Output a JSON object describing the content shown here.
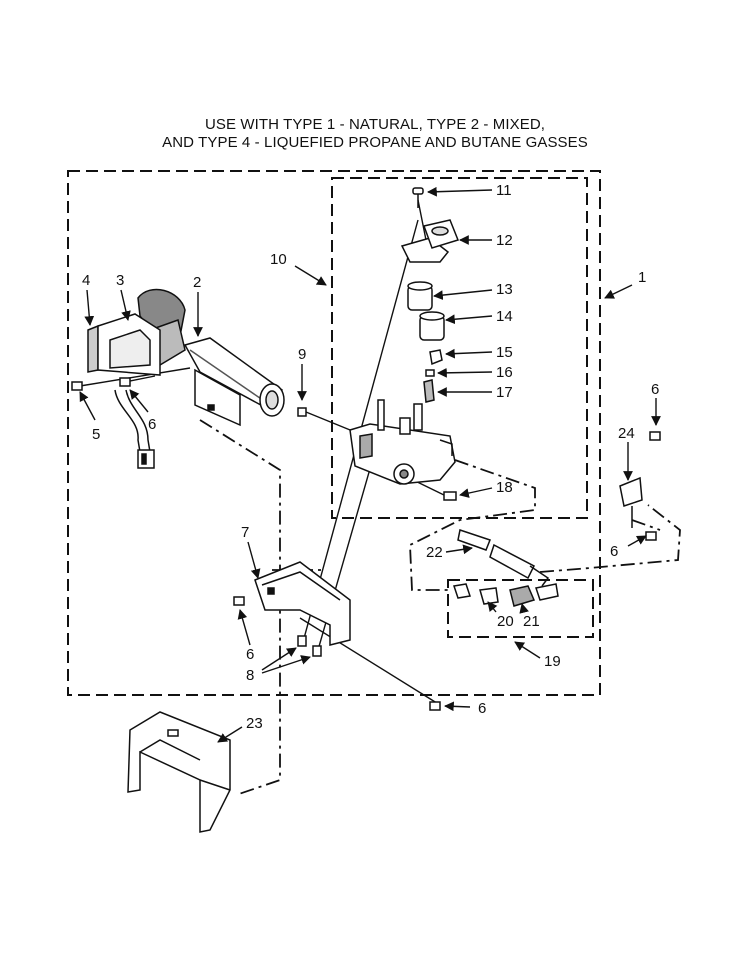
{
  "title": {
    "line1": "USE WITH TYPE 1 - NATURAL, TYPE 2 - MIXED,",
    "line2": "AND TYPE 4 - LIQUEFIED PROPANE AND BUTANE GASSES"
  },
  "callouts": {
    "c1": "1",
    "c2": "2",
    "c3": "3",
    "c4": "4",
    "c5": "5",
    "c6a": "6",
    "c6b": "6",
    "c6c": "6",
    "c6d": "6",
    "c6e": "6",
    "c7": "7",
    "c8": "8",
    "c9": "9",
    "c10": "10",
    "c11": "11",
    "c12": "12",
    "c13": "13",
    "c14": "14",
    "c15": "15",
    "c16": "16",
    "c17": "17",
    "c18": "18",
    "c19": "19",
    "c20": "20",
    "c21": "21",
    "c22": "22",
    "c23": "23",
    "c24": "24"
  },
  "colors": {
    "ink": "#111111",
    "background": "#ffffff",
    "shade": "#9a9a9a"
  }
}
